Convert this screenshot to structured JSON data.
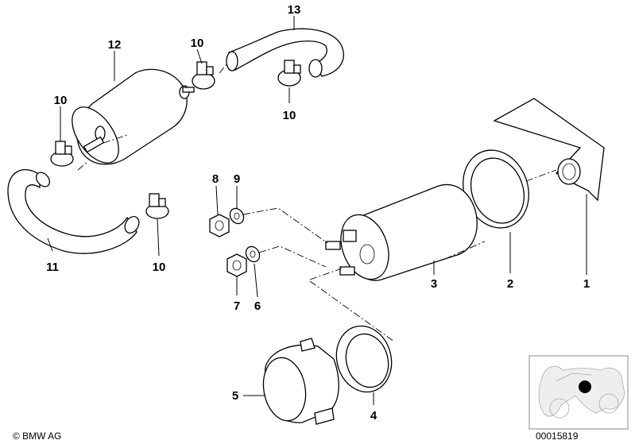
{
  "labels": {
    "l1": "1",
    "l2": "2",
    "l3": "3",
    "l4": "4",
    "l5": "5",
    "l6": "6",
    "l7": "7",
    "l8": "8",
    "l9": "9",
    "l10a": "10",
    "l10b": "10",
    "l10c": "10",
    "l10d": "10",
    "l11": "11",
    "l12": "12",
    "l13": "13"
  },
  "footer": {
    "copyright": "© BMW AG",
    "diagram_id": "00015819"
  }
}
